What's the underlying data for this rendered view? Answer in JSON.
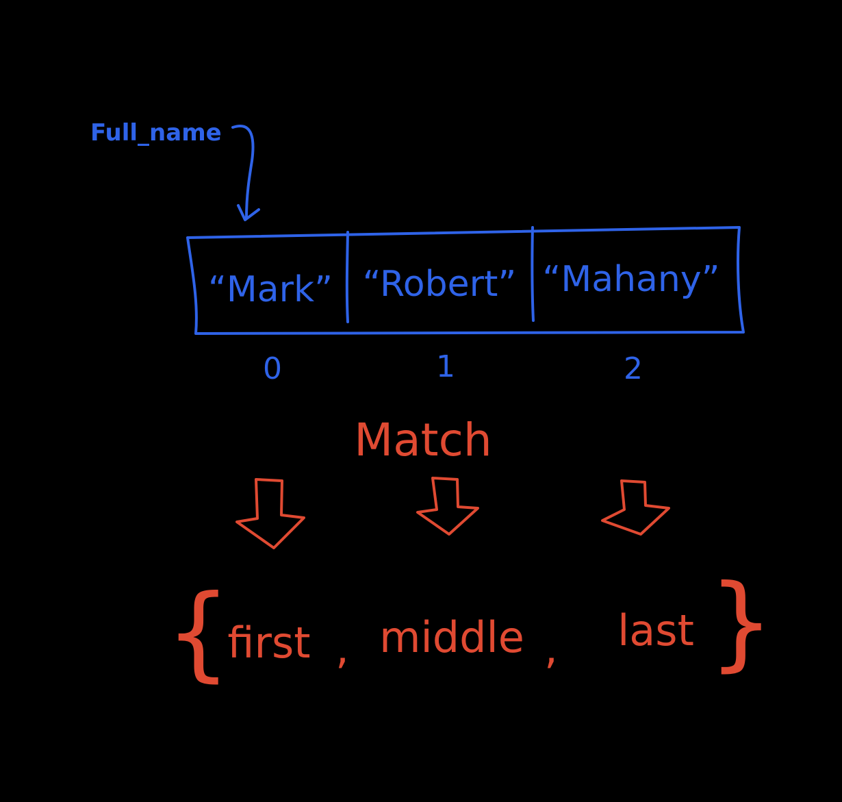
{
  "pointer_label": "Full_name",
  "array": {
    "cells": [
      "“Mark”",
      "“Robert”",
      "“Mahany”"
    ],
    "indices": [
      "0",
      "1",
      "2"
    ]
  },
  "operation_label": "Match",
  "destructure": {
    "open_brace": "{",
    "close_brace": "}",
    "items": [
      "first",
      "middle",
      "last"
    ],
    "separators": [
      ",",
      ","
    ]
  },
  "colors": {
    "blue": "#2f63e8",
    "red": "#e04a32",
    "background": "#000000"
  }
}
